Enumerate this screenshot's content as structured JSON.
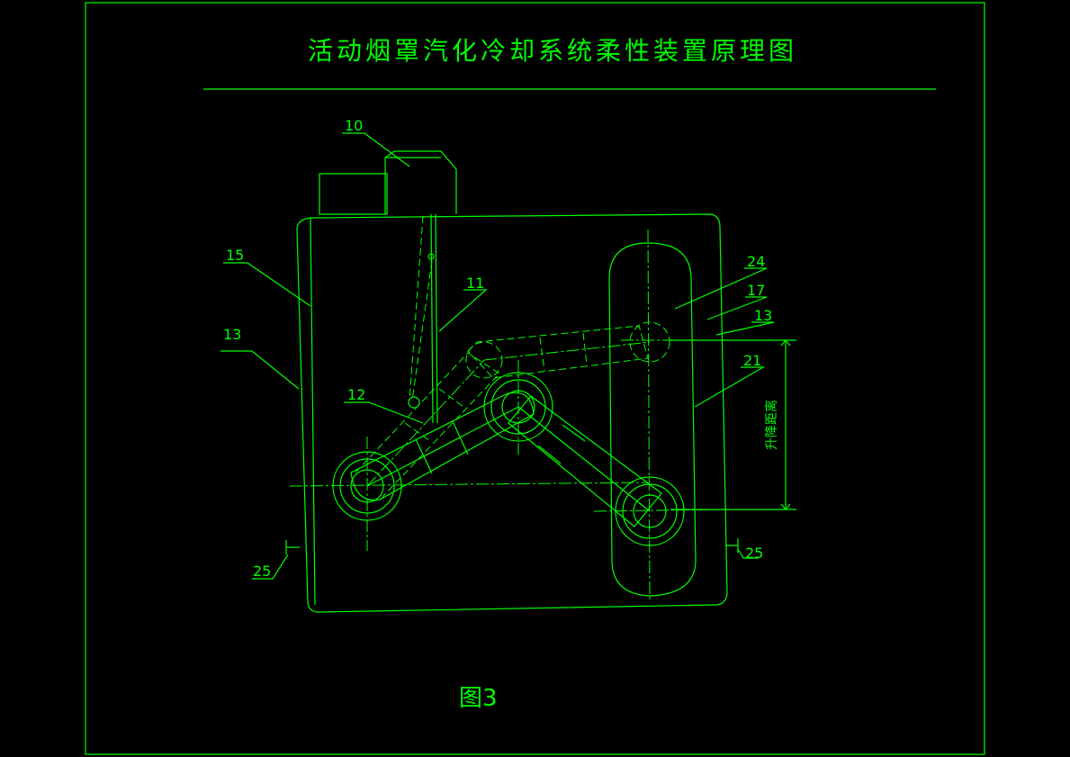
{
  "title": "活动烟罩汽化冷却系统柔性装置原理图",
  "figure_caption": "图3",
  "stroke_label": "升降距离",
  "part_labels": {
    "p10": "10",
    "p11": "11",
    "p12": "12",
    "p13_left": "13",
    "p13_right": "13",
    "p15": "15",
    "p17": "17",
    "p21": "21",
    "p24": "24",
    "p25_left": "25",
    "p25_right": "25"
  },
  "colors": {
    "line": "#00ff00",
    "background": "#000000"
  }
}
